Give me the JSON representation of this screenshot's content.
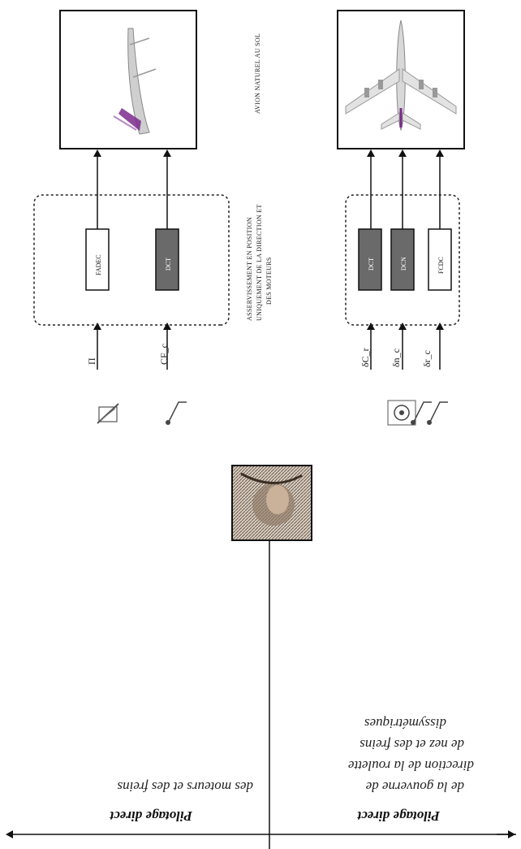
{
  "headings": {
    "left": "Pilotage direct",
    "right": "Pilotage direct"
  },
  "descriptions": {
    "left_lines": [
      "de la gouverne de",
      "direction de la roulette",
      "de nez et des freins",
      "dissymétriques"
    ],
    "right_lines": [
      "des moteurs et des freins"
    ]
  },
  "system_labels": {
    "aircraft": "AVION NATUREL AU SOL",
    "loop_lines": [
      "ASSERVISSEMENT EN POSITION",
      "UNIQUEMENT DE LA DIRECTION ET",
      "DES MOTEURS"
    ]
  },
  "blocks": {
    "bottom": [
      {
        "label": "DCT",
        "style": "dark"
      },
      {
        "label": "DCN",
        "style": "dark"
      },
      {
        "label": "FCDC",
        "style": "light"
      }
    ],
    "top": [
      {
        "label": "FADEC",
        "style": "light"
      },
      {
        "label": "DCT",
        "style": "dark"
      }
    ]
  },
  "inputs": {
    "bottom": [
      "δC_r",
      "δn_c",
      "δr_c"
    ],
    "top": [
      "Π",
      "CF_c"
    ]
  },
  "icons": {
    "pilot": "pilot-photo",
    "aircraft_top": "airplane-top-view",
    "aircraft_side": "airplane-side-view",
    "pedal": "rudder-pedal-icon",
    "tiller": "tiller-wheel-icon",
    "throttle": "throttle-icon"
  },
  "colors": {
    "dark_block": "#6a6a6a",
    "light_block": "#ffffff",
    "line": "#111111",
    "tail_accent": "#7b2a8c"
  }
}
